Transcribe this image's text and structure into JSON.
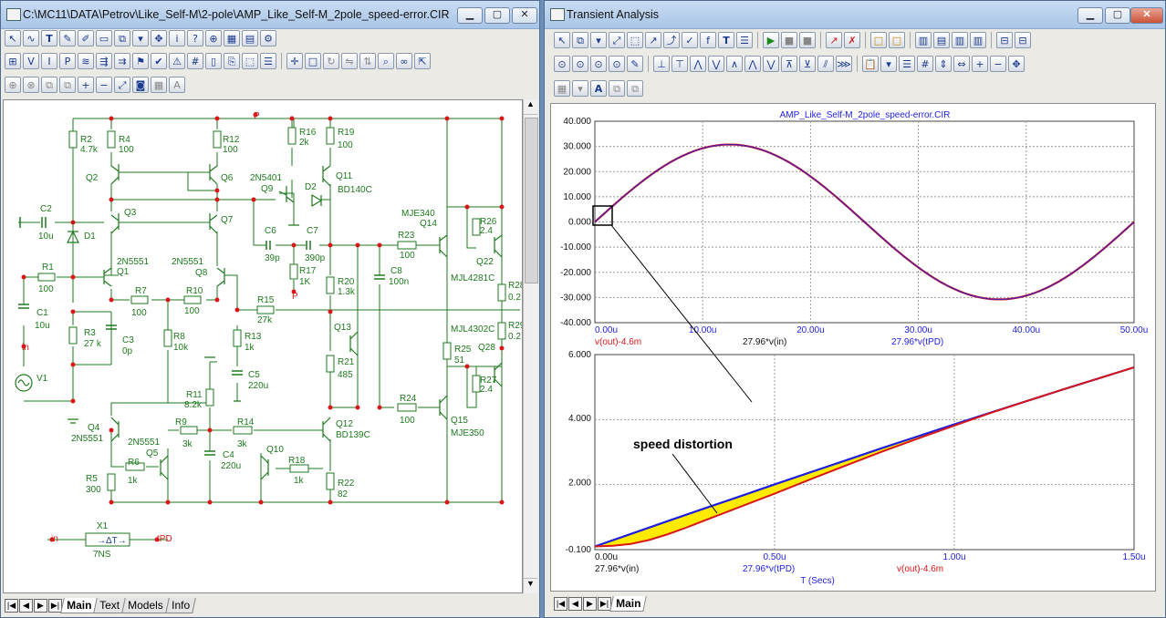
{
  "left_window": {
    "title": "C:\\MC11\\DATA\\Petrov\\Like_Self-M\\2-pole\\AMP_Like_Self-M_2pole_speed-error.CIR",
    "tabs": [
      "Main",
      "Text",
      "Models",
      "Info"
    ],
    "active_tab": "Main"
  },
  "right_window": {
    "title": "Transient Analysis",
    "tabs": [
      "Main"
    ],
    "active_tab": "Main"
  },
  "schematic": {
    "labels": {
      "R2": "R2",
      "R2v": "4.7k",
      "R4": "R4",
      "R4v": "100",
      "R12": "R12",
      "R12v": "100",
      "R16": "R16",
      "R16v": "2k",
      "R19": "R19",
      "R19v": "100",
      "Q2": "Q2",
      "Q6": "Q6",
      "Q9p": "2N5401",
      "Q9": "Q9",
      "Q11": "Q11",
      "Q11p": "BD140C",
      "D2": "D2",
      "C2": "C2",
      "C2v": "10u",
      "Q3": "Q3",
      "Q7": "Q7",
      "D1": "D1",
      "C6": "C6",
      "C6v": "39p",
      "C7": "C7",
      "C7v": "390p",
      "R17": "R17",
      "R17v": "1K",
      "R20": "R20",
      "R20v": "1.3k",
      "C8": "C8",
      "C8v": "100n",
      "Q14p": "MJE340",
      "Q14": "Q14",
      "R23": "R23",
      "R23v": "100",
      "R26": "R26",
      "R26v": "2.4",
      "Q22": "Q22",
      "Q22p": "MJL4281C",
      "R28": "R28",
      "R28v": "0.2",
      "R1": "R1",
      "R1v": "100",
      "Q1p": "2N5551",
      "Q1": "Q1",
      "Q8p": "2N5551",
      "Q8": "Q8",
      "R7": "R7",
      "R7v": "100",
      "R10": "R10",
      "R10v": "100",
      "R15": "R15",
      "R15v": "27k",
      "C1": "C1",
      "C1v": "10u",
      "R3": "R3",
      "R3v": "27 k",
      "C3": "C3",
      "C3v": "0p",
      "R8": "R8",
      "R8v": "10k",
      "R13": "R13",
      "R13v": "1k",
      "C5": "C5",
      "C5v": "220u",
      "Q13": "Q13",
      "R21": "R21",
      "R21v": "485",
      "R25": "R25",
      "R25v": "51",
      "Q28p": "MJL4302C",
      "Q28": "Q28",
      "R27": "R27",
      "R27v": "2.4",
      "R29": "R29",
      "R29v": "0.2",
      "in": "in",
      "V1": "V1",
      "R11": "R11",
      "R11v": "8.2k",
      "R24": "R24",
      "R24v": "100",
      "Q15": "Q15",
      "Q15p": "MJE350",
      "Q4": "Q4",
      "Q4p": "2N5551",
      "R9": "R9",
      "R9v": "3k",
      "R14": "R14",
      "R14v": "3k",
      "Q12": "Q12",
      "Q12p": "BD139C",
      "Q5p": "2N5551",
      "Q5": "Q5",
      "C4": "C4",
      "C4v": "220u",
      "R6": "R6",
      "R6v": "1k",
      "Q10": "Q10",
      "R18": "R18",
      "R18v": "1k",
      "R5": "R5",
      "R5v": "300",
      "R22": "R22",
      "R22v": "82",
      "X1": "X1",
      "X1v": "7NS",
      "X1in": "in",
      "X1out": "tPD",
      "Pnode": "P",
      "Pnode2": "P"
    }
  },
  "chart_data": [
    {
      "type": "line",
      "title": "AMP_Like_Self-M_2pole_speed-error.CIR",
      "x_ticks": [
        "0.00u",
        "10.00u",
        "20.00u",
        "30.00u",
        "40.00u",
        "50.00u"
      ],
      "y_ticks": [
        "40.000",
        "30.000",
        "20.000",
        "10.000",
        "0.000",
        "-10.000",
        "-20.000",
        "-30.000",
        "-40.000"
      ],
      "xlim": [
        0,
        50
      ],
      "ylim": [
        -40,
        40
      ],
      "x_unit": "u",
      "series": [
        {
          "name": "27.96*v(in)",
          "color": "#1e1ee0",
          "shape": "sine",
          "amplitude": 30.75,
          "period": 50
        },
        {
          "name": "27.96*v(tPD)",
          "color": "#1e1ee0",
          "shape": "sine",
          "amplitude": 30.75,
          "period": 50
        },
        {
          "name": "v(out)-4.6m",
          "color": "#d81818",
          "shape": "sine",
          "amplitude": 30.75,
          "period": 50
        }
      ],
      "legend": [
        "v(out)-4.6m",
        "27.96*v(in)",
        "27.96*v(tPD)"
      ]
    },
    {
      "type": "line",
      "x_ticks": [
        "0.00u",
        "0.50u",
        "1.00u",
        "1.50u"
      ],
      "y_ticks": [
        "6.000",
        "4.000",
        "2.000",
        "-0.100"
      ],
      "xlim": [
        0,
        1.5
      ],
      "ylim": [
        -0.1,
        6
      ],
      "xlabel": "T (Secs)",
      "series": [
        {
          "name": "27.96*v(in)",
          "color": "#1e1ee0",
          "points": [
            [
              0,
              0
            ],
            [
              0.1,
              0.39
            ],
            [
              0.2,
              0.78
            ],
            [
              0.3,
              1.17
            ],
            [
              0.4,
              1.55
            ],
            [
              0.5,
              1.94
            ],
            [
              0.6,
              2.32
            ],
            [
              0.7,
              2.7
            ],
            [
              0.8,
              3.08
            ],
            [
              0.9,
              3.45
            ],
            [
              1.0,
              3.82
            ],
            [
              1.1,
              4.18
            ],
            [
              1.2,
              4.54
            ],
            [
              1.3,
              4.9
            ],
            [
              1.4,
              5.25
            ],
            [
              1.5,
              5.6
            ]
          ]
        },
        {
          "name": "27.96*v(tPD)",
          "color": "#1e1ee0",
          "points": [
            [
              0,
              0
            ],
            [
              0.1,
              0.39
            ],
            [
              0.2,
              0.78
            ],
            [
              0.3,
              1.17
            ],
            [
              0.4,
              1.55
            ],
            [
              0.5,
              1.94
            ],
            [
              0.6,
              2.32
            ],
            [
              0.7,
              2.7
            ],
            [
              0.8,
              3.08
            ],
            [
              0.9,
              3.45
            ],
            [
              1.0,
              3.82
            ],
            [
              1.1,
              4.18
            ],
            [
              1.2,
              4.54
            ],
            [
              1.3,
              4.9
            ],
            [
              1.4,
              5.25
            ],
            [
              1.5,
              5.6
            ]
          ]
        },
        {
          "name": "v(out)-4.6m",
          "color": "#d81818",
          "points": [
            [
              0,
              0
            ],
            [
              0.05,
              0.02
            ],
            [
              0.1,
              0.08
            ],
            [
              0.15,
              0.2
            ],
            [
              0.2,
              0.37
            ],
            [
              0.25,
              0.57
            ],
            [
              0.3,
              0.79
            ],
            [
              0.4,
              1.22
            ],
            [
              0.5,
              1.65
            ],
            [
              0.6,
              2.1
            ],
            [
              0.7,
              2.54
            ],
            [
              0.8,
              2.97
            ],
            [
              0.9,
              3.38
            ],
            [
              1.0,
              3.78
            ],
            [
              1.1,
              4.17
            ],
            [
              1.2,
              4.54
            ],
            [
              1.3,
              4.9
            ],
            [
              1.4,
              5.25
            ],
            [
              1.5,
              5.6
            ]
          ]
        }
      ],
      "legend": [
        "27.96*v(in)",
        "27.96*v(tPD)",
        "v(out)-4.6m"
      ],
      "annotation": "speed distortion",
      "fill_color": "#ffea00"
    }
  ]
}
